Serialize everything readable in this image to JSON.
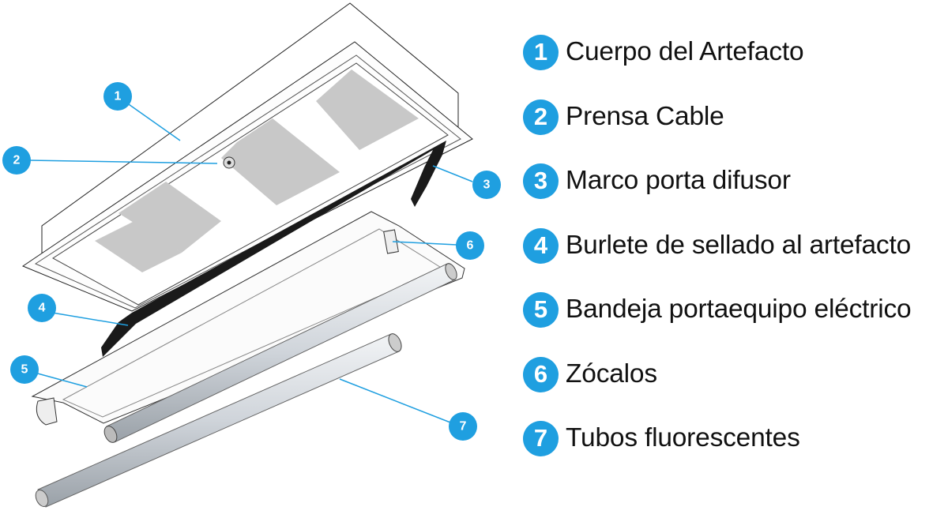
{
  "accent_color": "#1f9fe0",
  "callouts": [
    "1",
    "2",
    "3",
    "4",
    "5",
    "6",
    "7"
  ],
  "legend": [
    {
      "number": "1",
      "label": "Cuerpo del Artefacto"
    },
    {
      "number": "2",
      "label": "Prensa Cable"
    },
    {
      "number": "3",
      "label": "Marco porta difusor"
    },
    {
      "number": "4",
      "label": "Burlete de sellado al artefacto"
    },
    {
      "number": "5",
      "label": "Bandeja portaequipo eléctrico"
    },
    {
      "number": "6",
      "label": "Zócalos"
    },
    {
      "number": "7",
      "label": "Tubos fluorescentes"
    }
  ]
}
